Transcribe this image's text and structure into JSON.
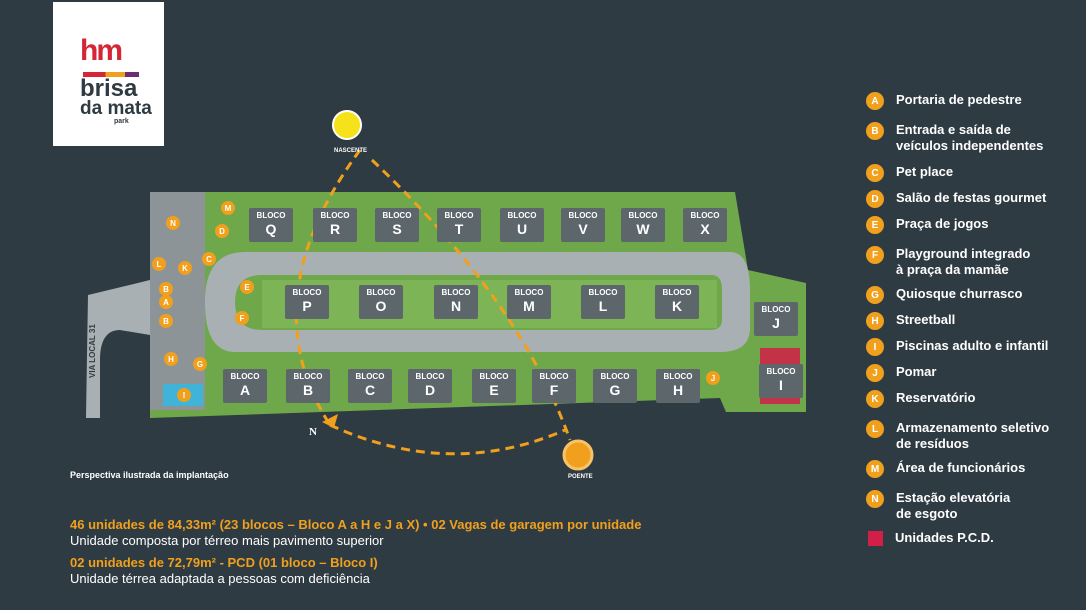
{
  "logo": {
    "hm": "hm",
    "brisa": "brisa",
    "da_mata": "da mata",
    "park": "park"
  },
  "map": {
    "sun_rise_label": "NASCENTE",
    "sun_set_label": "POENTE",
    "north_label": "N",
    "street_label": "VIA LOCAL 31",
    "block_word": "BLOCO",
    "top_blocks": [
      "Q",
      "R",
      "S",
      "T",
      "U",
      "V",
      "W",
      "X"
    ],
    "middle_blocks": [
      "P",
      "O",
      "N",
      "M",
      "L",
      "K"
    ],
    "bottom_blocks": [
      "A",
      "B",
      "C",
      "D",
      "E",
      "F",
      "G",
      "H"
    ],
    "side_blocks": [
      "J",
      "I"
    ],
    "pcd_color": "#d11f48",
    "accent": "#f0a01c",
    "grass": "#6fa84a",
    "road": "#a9b0b4"
  },
  "legend": [
    {
      "key": "A",
      "text": "Portaria de pedestre"
    },
    {
      "key": "B",
      "text": "Entrada e saída de\nveículos independentes"
    },
    {
      "key": "C",
      "text": "Pet place"
    },
    {
      "key": "D",
      "text": "Salão de festas gourmet"
    },
    {
      "key": "E",
      "text": "Praça de jogos"
    },
    {
      "key": "F",
      "text": "Playground integrado\nà praça da mamãe"
    },
    {
      "key": "G",
      "text": "Quiosque churrasco"
    },
    {
      "key": "H",
      "text": "Streetball"
    },
    {
      "key": "I",
      "text": "Piscinas adulto e infantil"
    },
    {
      "key": "J",
      "text": "Pomar"
    },
    {
      "key": "K",
      "text": "Reservatório"
    },
    {
      "key": "L",
      "text": "Armazenamento seletivo\nde resíduos"
    },
    {
      "key": "M",
      "text": "Área de funcionários"
    },
    {
      "key": "N",
      "text": "Estação elevatória\nde esgoto"
    }
  ],
  "legend_pcd": "Unidades P.C.D.",
  "caption": "Perspectiva ilustrada da implantação",
  "info": {
    "line1": "46 unidades de 84,33m² (23 blocos – Bloco A a H e J a X)  •  02 Vagas de garagem por unidade",
    "line2": "Unidade composta por térreo mais pavimento superior",
    "line3": "02 unidades de 72,79m² - PCD (01 bloco – Bloco I)",
    "line4": "Unidade térrea adaptada a pessoas com deficiência"
  }
}
